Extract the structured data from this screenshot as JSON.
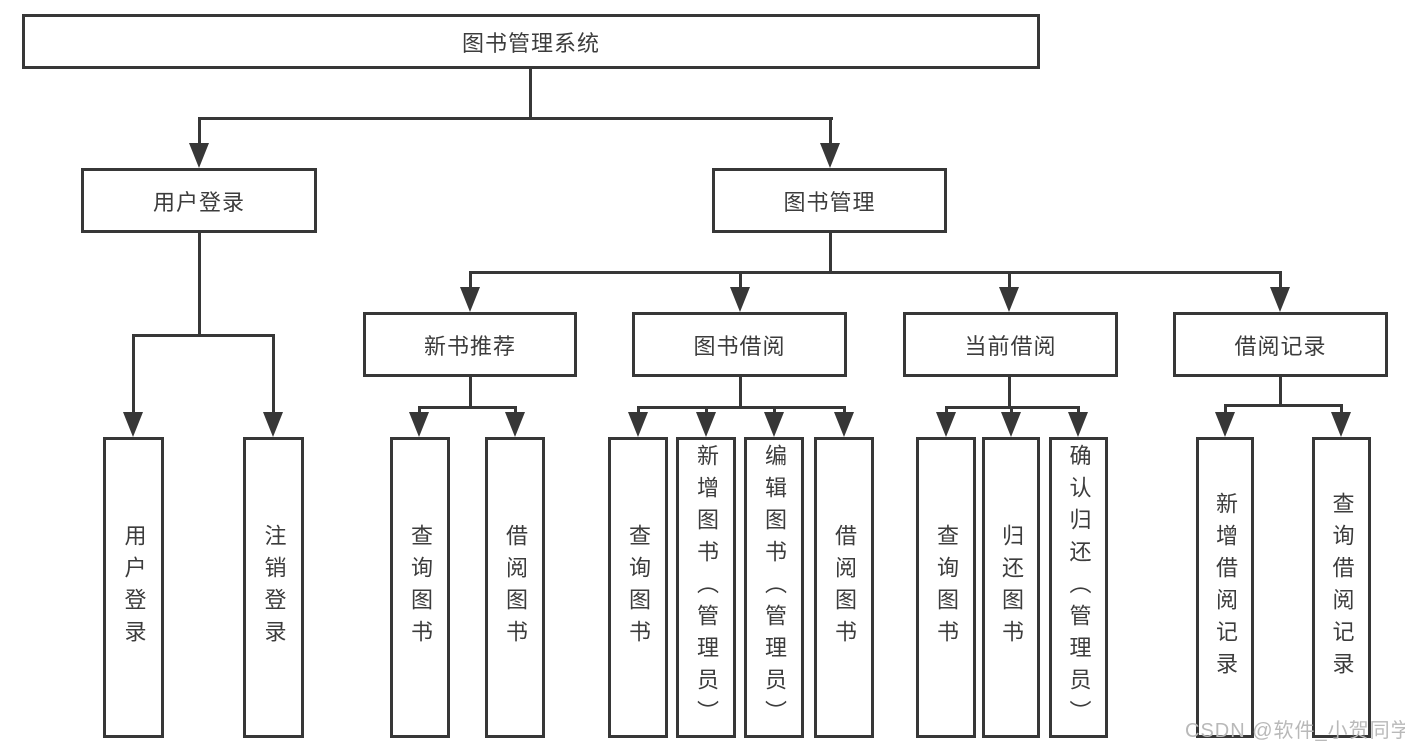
{
  "tree": {
    "root": {
      "label": "图书管理系统",
      "children": [
        {
          "label": "用户登录",
          "children": [
            {
              "label": "用户登录"
            },
            {
              "label": "注销登录"
            }
          ]
        },
        {
          "label": "图书管理",
          "children": [
            {
              "label": "新书推荐",
              "children": [
                {
                  "label": "查询图书"
                },
                {
                  "label": "借阅图书"
                }
              ]
            },
            {
              "label": "图书借阅",
              "children": [
                {
                  "label": "查询图书"
                },
                {
                  "label": "新增图书（管理员）"
                },
                {
                  "label": "编辑图书（管理员）"
                },
                {
                  "label": "借阅图书"
                }
              ]
            },
            {
              "label": "当前借阅",
              "children": [
                {
                  "label": "查询图书"
                },
                {
                  "label": "归还图书"
                },
                {
                  "label": "确认归还（管理员）"
                }
              ]
            },
            {
              "label": "借阅记录",
              "children": [
                {
                  "label": "新增借阅记录"
                },
                {
                  "label": "查询借阅记录"
                }
              ]
            }
          ]
        }
      ]
    }
  },
  "watermark": {
    "text": "CSDN @软件_小贺同学"
  },
  "colors": {
    "line": "#373737",
    "text": "#3c3c3c",
    "background": "#ffffff",
    "watermark": "#b9b9b9"
  }
}
